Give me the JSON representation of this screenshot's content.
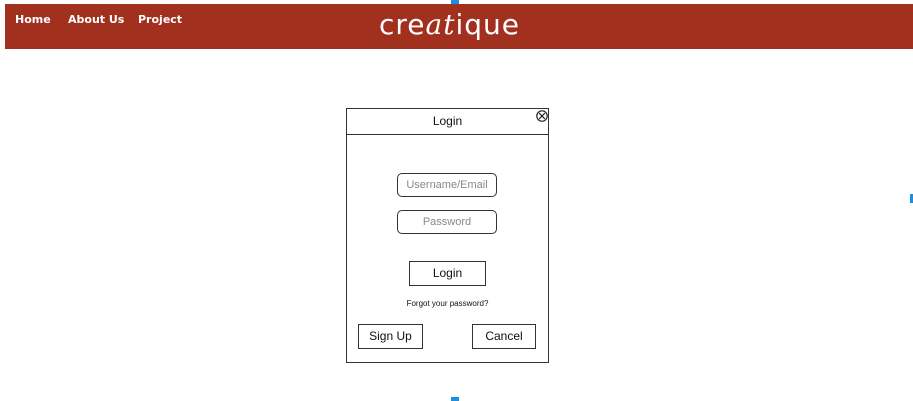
{
  "header": {
    "nav": [
      {
        "label": "Home"
      },
      {
        "label": "About Us"
      },
      {
        "label": "Project"
      }
    ],
    "brand": {
      "part1": "cre",
      "part2": "at",
      "part3": "ique"
    },
    "background_color": "#a1301f"
  },
  "dialog": {
    "title": "Login",
    "username_placeholder": "Username/Email",
    "password_placeholder": "Password",
    "login_label": "Login",
    "forgot_label": "Forgot your password?",
    "signup_label": "Sign Up",
    "cancel_label": "Cancel",
    "close_icon": "close-circle-icon"
  },
  "colors": {
    "accent_marker": "#1e8fe0"
  }
}
